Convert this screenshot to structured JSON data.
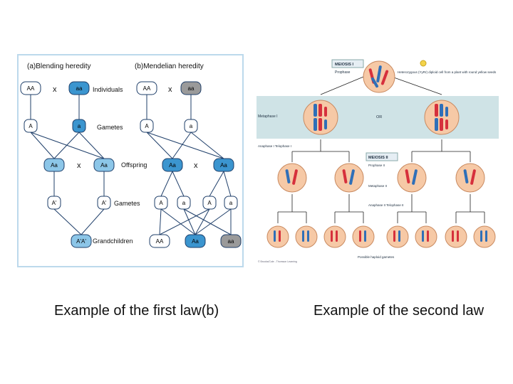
{
  "captions": {
    "left": "Example of the first law(b)",
    "right": "Example of the second law"
  },
  "left_diagram": {
    "headings": {
      "blending": "(a)Blending heredity",
      "mendelian": "(b)Mendelian heredity"
    },
    "row_labels": {
      "individuals": "Individuals",
      "gametes1": "Gametes",
      "offspring": "Offspring",
      "gametes2": "Gametes",
      "grandchildren": "Grandchildren"
    },
    "cross_symbols": {
      "blend_parents": "x",
      "mendel_parents": "x",
      "blend_offspring": "x",
      "mendel_offspring": "x"
    },
    "blending": {
      "parents": [
        "AA",
        "aa"
      ],
      "gametes": [
        "A",
        "a"
      ],
      "offspring": [
        "Aa",
        "Aa"
      ],
      "gametes2": [
        "A'",
        "A'"
      ],
      "grandchild": "A'A'"
    },
    "mendelian": {
      "parents": [
        "AA",
        "aa"
      ],
      "gametes": [
        "A",
        "a"
      ],
      "offspring": [
        "Aa",
        "Aa"
      ],
      "gametes2": [
        "A",
        "a",
        "A",
        "a"
      ],
      "grandchildren": [
        "AA",
        "Aa",
        "aa"
      ]
    },
    "colors": {
      "line": "#1f3f6a",
      "light_fill": "#ffffff",
      "mid_fill": "#8cc6e8",
      "dark_fill": "#3b95cf",
      "grey_fill": "#9a9a9a"
    }
  },
  "right_diagram": {
    "labels": {
      "meiosis1": "MEIOSIS I",
      "prophase1": "Prophase",
      "note": "Heterozygous (YyRr) diploid cell from a plant with round yellow seeds",
      "metaphase1": "Metaphase I",
      "or": "OR",
      "anaphase1": "Anaphase I Telophase I",
      "meiosis2": "MEIOSIS II",
      "prophase2": "Prophase II",
      "metaphase2": "Metaphase II",
      "anaphase2": "Anaphase II Telophase II",
      "gametes": "Possible haploid gametes",
      "copyright": "© Brooks/Cole - Thomson Learning"
    },
    "colors": {
      "band": "#cfe3e6",
      "cell": "#f6c9a6",
      "red": "#d6303c",
      "blue": "#2f6fb8",
      "pollen": "#f3d34a"
    }
  }
}
